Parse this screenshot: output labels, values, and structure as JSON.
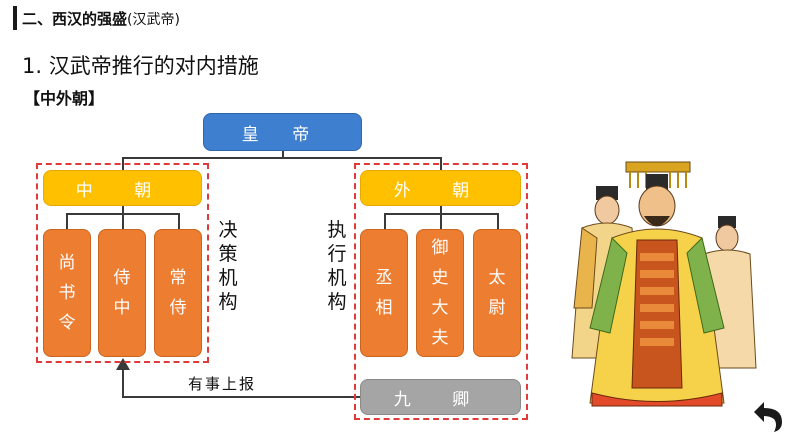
{
  "section": {
    "title": "二、西汉的强盛",
    "subtitle": "(汉武帝)"
  },
  "heading": "1. 汉武帝推行的对内措施",
  "subheading": "【中外朝】",
  "diagram": {
    "emperor": "皇 帝",
    "inner_court": "中 朝",
    "outer_court": "外 朝",
    "inner_officials": [
      {
        "chars": [
          "尚",
          "书",
          "令"
        ]
      },
      {
        "chars": [
          "侍",
          "中"
        ]
      },
      {
        "chars": [
          "常",
          "侍"
        ]
      }
    ],
    "outer_officials": [
      {
        "chars": [
          "丞",
          "相"
        ]
      },
      {
        "chars": [
          "御",
          "史",
          "大",
          "夫"
        ]
      },
      {
        "chars": [
          "太",
          "尉"
        ]
      }
    ],
    "nine_ministers": "九 卿",
    "decision_label": [
      "决",
      "策",
      "机",
      "构"
    ],
    "execution_label": [
      "执",
      "行",
      "机",
      "构"
    ],
    "report_label": "有事上报"
  },
  "colors": {
    "emperor": "#3f7fcf",
    "court": "#ffc000",
    "official": "#ed7d31",
    "nine_ministers": "#a5a5a5",
    "dashed_border": "#e03a3a"
  },
  "icons": {
    "back": "return-arrow-icon",
    "illustration": "emperor-illustration"
  }
}
